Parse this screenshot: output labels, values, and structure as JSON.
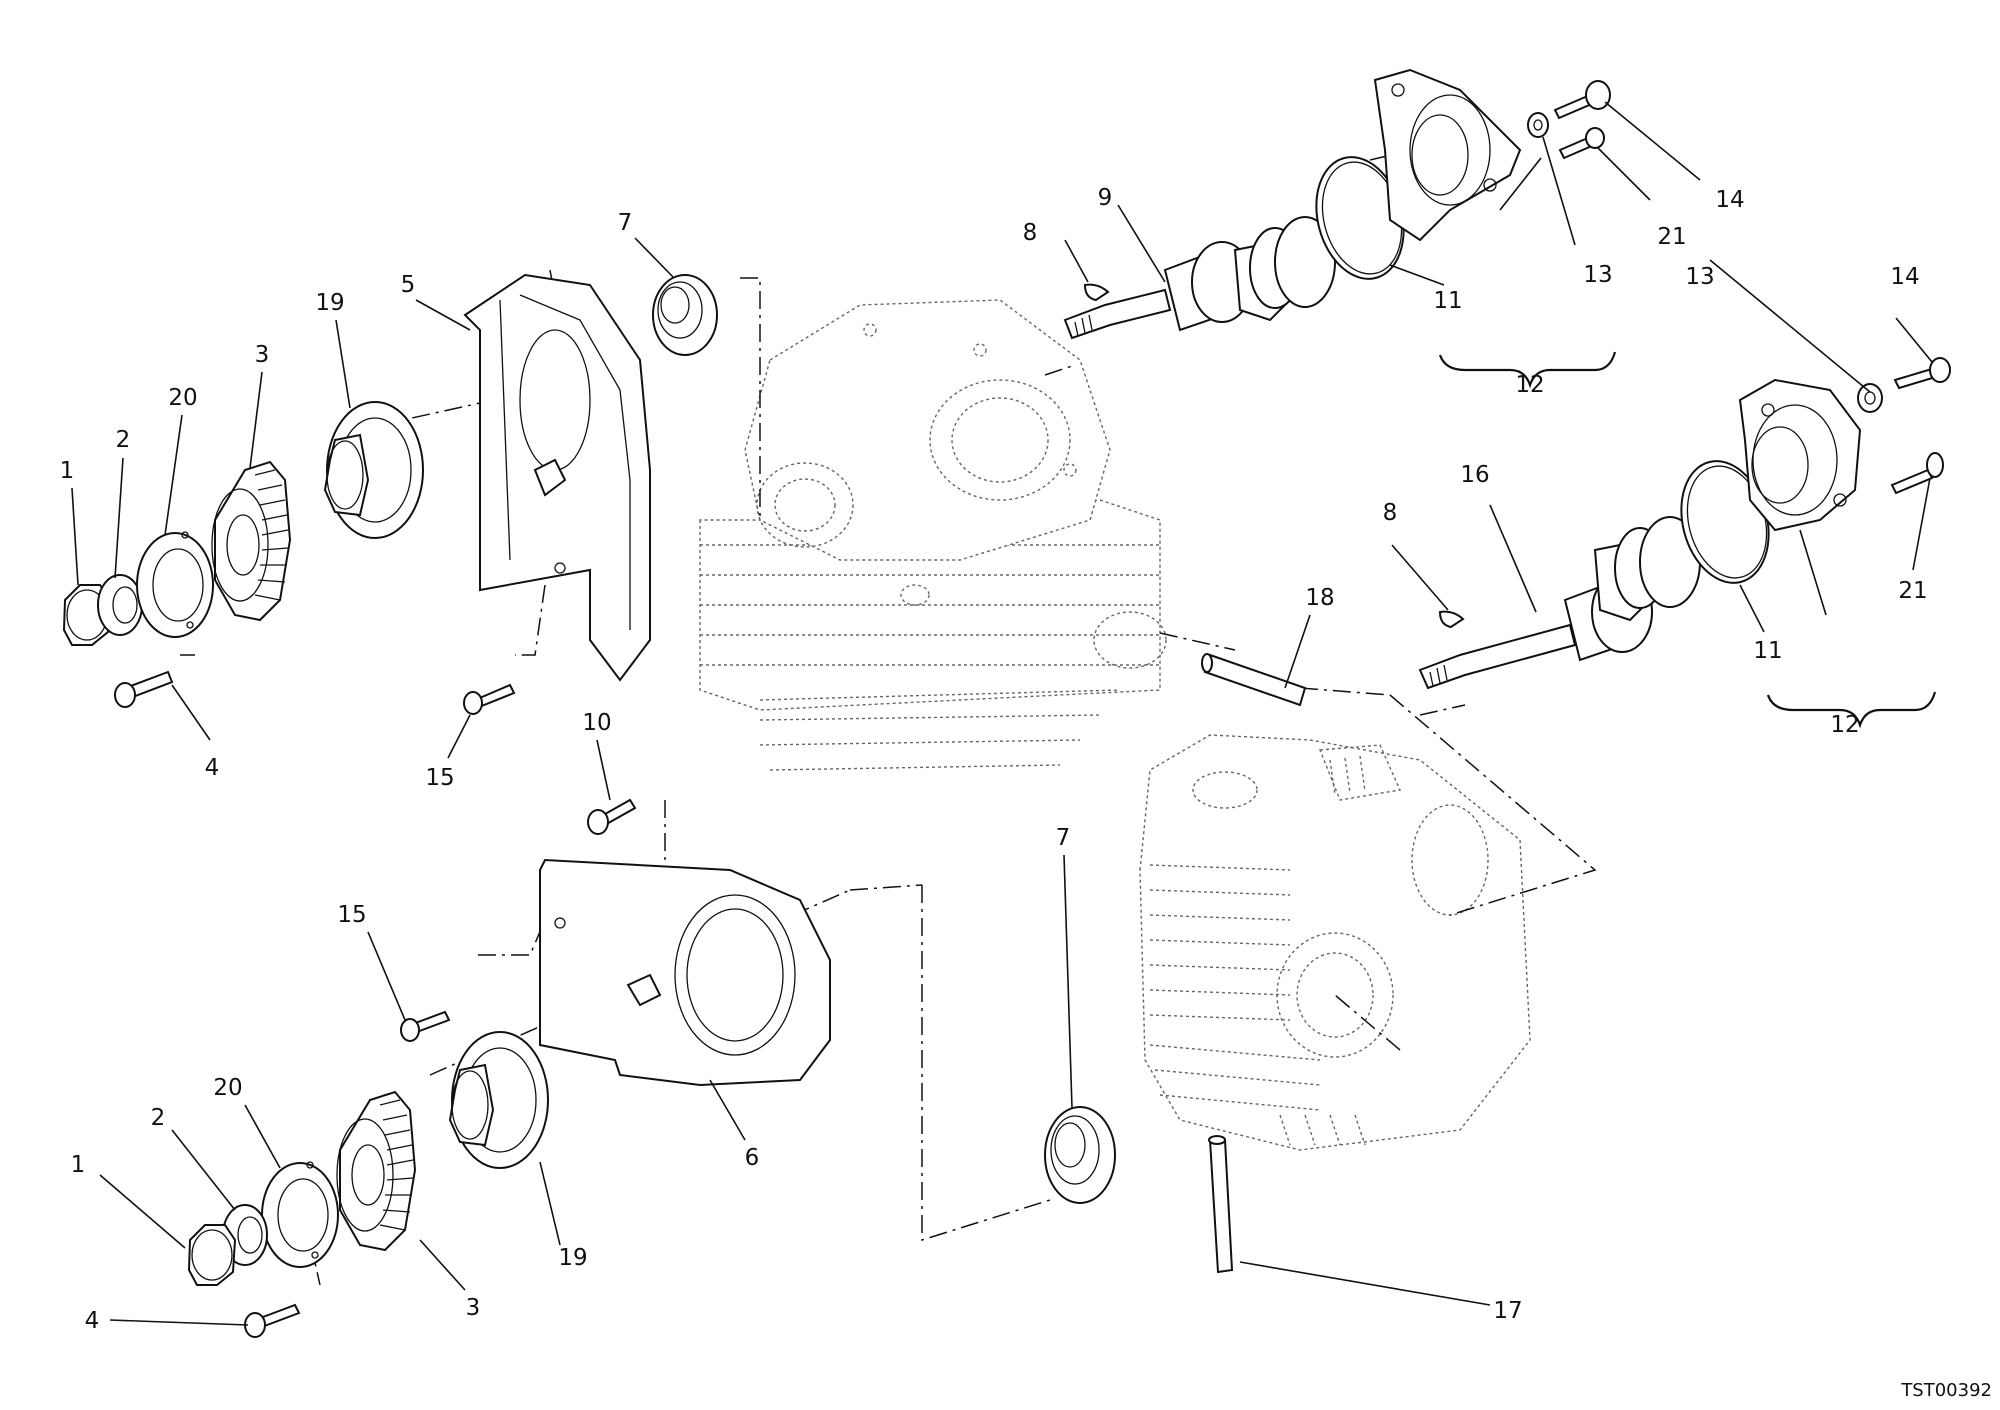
{
  "diagram": {
    "drawing_code": "TST00392",
    "callouts": [
      {
        "id": "c1a",
        "label": "1"
      },
      {
        "id": "c2a",
        "label": "2"
      },
      {
        "id": "c20a",
        "label": "20"
      },
      {
        "id": "c3a",
        "label": "3"
      },
      {
        "id": "c19a",
        "label": "19"
      },
      {
        "id": "c5",
        "label": "5"
      },
      {
        "id": "c7a",
        "label": "7"
      },
      {
        "id": "c4a",
        "label": "4"
      },
      {
        "id": "c15a",
        "label": "15"
      },
      {
        "id": "c8a",
        "label": "8"
      },
      {
        "id": "c9",
        "label": "9"
      },
      {
        "id": "c11a",
        "label": "11"
      },
      {
        "id": "c12a",
        "label": "12"
      },
      {
        "id": "c13a",
        "label": "13"
      },
      {
        "id": "c14a",
        "label": "14"
      },
      {
        "id": "c21a",
        "label": "21"
      },
      {
        "id": "c13b",
        "label": "13"
      },
      {
        "id": "c14b",
        "label": "14"
      },
      {
        "id": "c16",
        "label": "16"
      },
      {
        "id": "c8b",
        "label": "8"
      },
      {
        "id": "c18",
        "label": "18"
      },
      {
        "id": "c21b",
        "label": "21"
      },
      {
        "id": "c11b",
        "label": "11"
      },
      {
        "id": "c12b",
        "label": "12"
      },
      {
        "id": "c10",
        "label": "10"
      },
      {
        "id": "c15b",
        "label": "15"
      },
      {
        "id": "c7b",
        "label": "7"
      },
      {
        "id": "c6",
        "label": "6"
      },
      {
        "id": "c20b",
        "label": "20"
      },
      {
        "id": "c2b",
        "label": "2"
      },
      {
        "id": "c1b",
        "label": "1"
      },
      {
        "id": "c19b",
        "label": "19"
      },
      {
        "id": "c3b",
        "label": "3"
      },
      {
        "id": "c4b",
        "label": "4"
      },
      {
        "id": "c17",
        "label": "17"
      }
    ]
  }
}
